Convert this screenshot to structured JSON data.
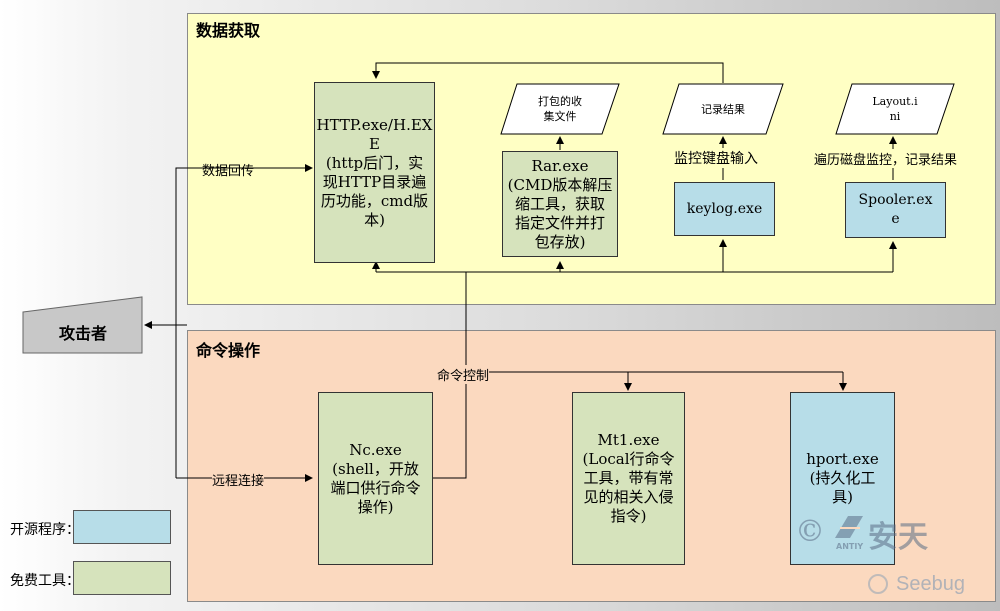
{
  "sections": {
    "data_acquisition": "数据获取",
    "command_ops": "命令操作"
  },
  "nodes": {
    "http_exe": "HTTP.exe/H.EX\nE\n(http后门，实\n现HTTP目录遍\n历功能，cmd版\n本)",
    "rar_exe": "Rar.exe\n(CMD版本解压\n缩工具，获取\n指定文件并打\n包存放)",
    "keylog_exe": "keylog.exe",
    "spooler_exe": "Spooler.ex\ne",
    "nc_exe": "Nc.exe\n(shell，开放\n端口供行命令\n操作)",
    "mt1_exe": "Mt1.exe\n(Local行命令\n工具，带有常\n见的相关入侵\n指令)",
    "hport_exe": "hport.exe\n(持久化工\n具)",
    "attacker": "攻击者"
  },
  "outputs": {
    "packed_files": "打包的收\n集文件",
    "record_result": "记录结果",
    "layout_ini": "Layout.i\nni"
  },
  "labels": {
    "keyboard_monitor": "监控键盘输入",
    "disk_monitor": "遍历磁盘监控，记录结果",
    "data_return": "数据回传",
    "command_control": "命令控制",
    "remote_connect": "远程连接"
  },
  "legend": {
    "open_source": "开源程序：",
    "free_tool": "免费工具："
  },
  "watermark": {
    "brand": "安天",
    "brand_sub": "ANTIY",
    "site": "Seebug"
  },
  "colors": {
    "top_panel": "#ffffc4",
    "bottom_panel": "#fbd9bf",
    "free_tool": "#d6e3bc",
    "open_source": "#b7dde8",
    "attacker": "#c8c8c8"
  }
}
